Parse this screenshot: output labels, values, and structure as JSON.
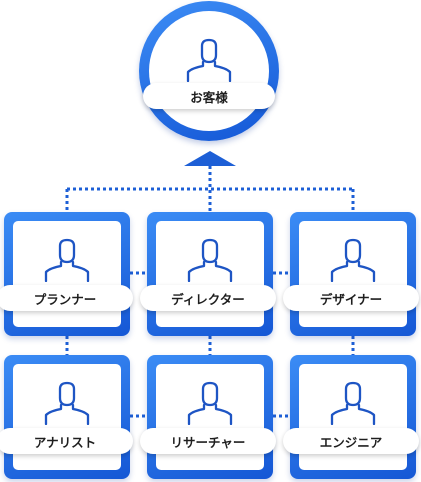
{
  "client": {
    "label": "お客様",
    "icon": "person-icon"
  },
  "roles": [
    {
      "label": "プランナー",
      "icon": "person-icon"
    },
    {
      "label": "ディレクター",
      "icon": "person-icon"
    },
    {
      "label": "デザイナー",
      "icon": "person-icon"
    },
    {
      "label": "アナリスト",
      "icon": "person-icon"
    },
    {
      "label": "リサーチャー",
      "icon": "person-icon"
    },
    {
      "label": "エンジニア",
      "icon": "person-icon"
    }
  ],
  "colors": {
    "tile_gradient_start": "#3b8cf5",
    "tile_gradient_end": "#1557d5",
    "connector": "#1d5fd6",
    "icon_stroke": "#1e55c4"
  }
}
